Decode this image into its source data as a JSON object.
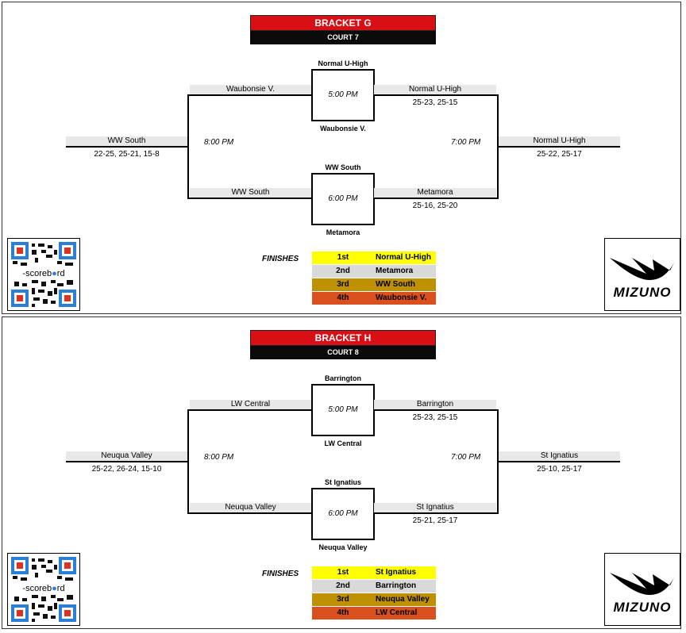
{
  "brackets": [
    {
      "title": "BRACKET G",
      "court": "COURT 7",
      "match_top": {
        "team_a": "Normal U-High",
        "team_b": "Waubonsie V.",
        "time": "5:00 PM"
      },
      "match_bottom": {
        "team_a": "WW South",
        "team_b": "Metamora",
        "time": "6:00 PM"
      },
      "left_top_team": "Waubonsie V.",
      "left_bottom_team": "WW South",
      "right_top": {
        "team": "Normal U-High",
        "score": "25-23, 25-15"
      },
      "right_bottom": {
        "team": "Metamora",
        "score": "25-16, 25-20"
      },
      "consolation": {
        "team": "WW South",
        "score": "22-25, 25-21, 15-8",
        "time": "8:00 PM"
      },
      "final": {
        "team": "Normal U-High",
        "score": "25-22, 25-17",
        "time": "7:00 PM"
      },
      "finishes_label": "FINISHES",
      "finishes": [
        {
          "place": "1st",
          "team": "Normal U-High"
        },
        {
          "place": "2nd",
          "team": "Metamora"
        },
        {
          "place": "3rd",
          "team": "WW South"
        },
        {
          "place": "4th",
          "team": "Waubonsie V."
        }
      ],
      "qr_text": "scoreb",
      "qr_text2": "rd",
      "logo_text": "MIZUNO"
    },
    {
      "title": "BRACKET H",
      "court": "COURT 8",
      "match_top": {
        "team_a": "Barrington",
        "team_b": "LW Central",
        "time": "5:00 PM"
      },
      "match_bottom": {
        "team_a": "St Ignatius",
        "team_b": "Neuqua Valley",
        "time": "6:00 PM"
      },
      "left_top_team": "LW Central",
      "left_bottom_team": "Neuqua Valley",
      "right_top": {
        "team": "Barrington",
        "score": "25-23, 25-15"
      },
      "right_bottom": {
        "team": "St Ignatius",
        "score": "25-21, 25-17"
      },
      "consolation": {
        "team": "Neuqua Valley",
        "score": "25-22, 26-24, 15-10",
        "time": "8:00 PM"
      },
      "final": {
        "team": "St Ignatius",
        "score": "25-10, 25-17",
        "time": "7:00 PM"
      },
      "finishes_label": "FINISHES",
      "finishes": [
        {
          "place": "1st",
          "team": "St Ignatius"
        },
        {
          "place": "2nd",
          "team": "Barrington"
        },
        {
          "place": "3rd",
          "team": "Neuqua Valley"
        },
        {
          "place": "4th",
          "team": "LW Central"
        }
      ],
      "qr_text": "scoreb",
      "qr_text2": "rd",
      "logo_text": "MIZUNO"
    }
  ],
  "colors": {
    "header_red": "#d90f16",
    "header_black": "#0a0a0a",
    "place_1": "#ffff00",
    "place_2": "#d9d9d9",
    "place_3": "#bf9000",
    "place_4": "#d9501e"
  }
}
